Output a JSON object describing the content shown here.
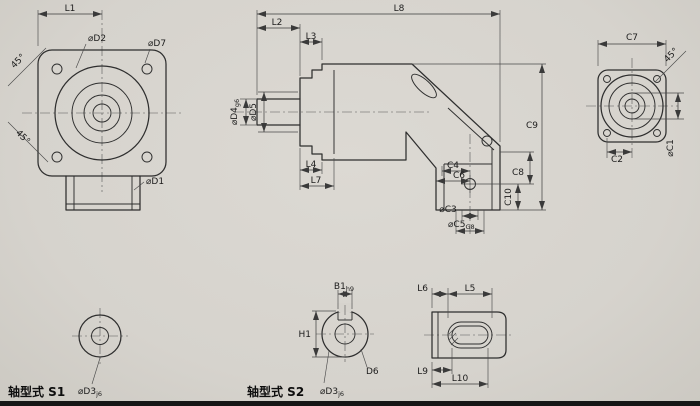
{
  "colors": {
    "background": "#d6d3cd",
    "line": "#2e2e2e",
    "text": "#1c1c1c"
  },
  "front_view": {
    "dim_l1": "L1",
    "dim_d2": "⌀D2",
    "dim_d7": "⌀D7",
    "angle_top": "45°",
    "angle_bottom": "45°",
    "dim_d1": "⌀D1"
  },
  "side_view": {
    "dim_l8": "L8",
    "dim_l2": "L2",
    "dim_l3": "L3",
    "dim_d4": "⌀D4",
    "dim_d4_tol": "g6",
    "dim_d5": "⌀D5",
    "dim_l4": "L4",
    "dim_l7": "L7",
    "dim_c4": "C4",
    "dim_c6": "C6",
    "dim_c3": "⌀C3",
    "dim_c5": "⌀C5",
    "dim_c5_tol": "G8",
    "dim_c8": "C8",
    "dim_c9": "C9",
    "dim_c10": "C10"
  },
  "rear_view": {
    "dim_c7": "C7",
    "angle": "45°",
    "dim_c2": "C2",
    "dim_c1": "⌀C1"
  },
  "shaft_s1": {
    "dim_d3": "⌀D3",
    "dim_d3_tol": "j6",
    "caption": "轴型式 S1"
  },
  "shaft_s2": {
    "dim_b1": "B1",
    "dim_b1_tol": "h9",
    "dim_h1": "H1",
    "dim_d3": "⌀D3",
    "dim_d3_tol": "j6",
    "dim_d6": "D6",
    "dim_l6": "L6",
    "dim_l5": "L5",
    "dim_l9": "L9",
    "dim_l10": "L10",
    "caption": "轴型式 S2"
  }
}
